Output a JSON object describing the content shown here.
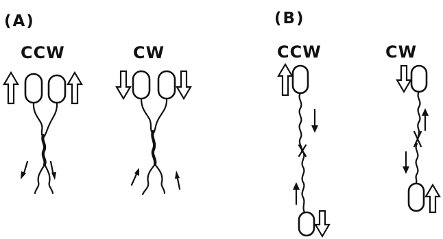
{
  "panels": [
    {
      "label": "(A)",
      "scenarios": [
        {
          "rotation": "CCW",
          "cells": 2,
          "cell_motion": "up",
          "wave_motion": "down"
        },
        {
          "rotation": "CW",
          "cells": 2,
          "cell_motion": "down",
          "wave_motion": "up"
        }
      ]
    },
    {
      "label": "(B)",
      "scenarios": [
        {
          "rotation": "CCW",
          "cells": 2,
          "cell_motion": [
            "up",
            "down"
          ],
          "wave_motion": [
            "down",
            "up"
          ]
        },
        {
          "rotation": "CW",
          "cells": 2,
          "cell_motion": [
            "down",
            "up"
          ],
          "wave_motion": [
            "up",
            "down"
          ]
        }
      ]
    }
  ],
  "colors": {
    "ink": "#111111",
    "background": "#ffffff"
  }
}
